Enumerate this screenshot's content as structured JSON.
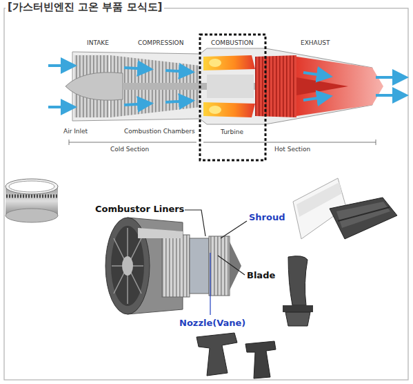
{
  "diagram": {
    "title": "[가스터빈엔진 고온 부품 모식도]",
    "labels": [
      "INTAKE",
      "COMPRESSION",
      "COMBUSTION",
      "EXHAUST",
      "Air Inlet",
      "Combustion Chambers",
      "Turbine",
      "Cold Section",
      "Hot Section",
      "Combustor Liners",
      "Shroud",
      "Blade",
      "Nozzle(Vane)"
    ]
  }
}
